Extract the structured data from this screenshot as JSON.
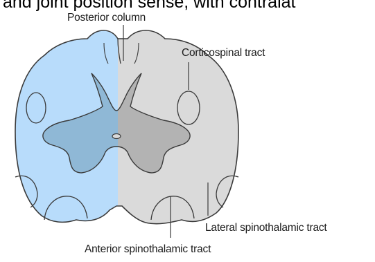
{
  "header_text": "and joint position sense, with contralat",
  "labels": {
    "posterior_column": "Posterior column",
    "corticospinal_tract": "Corticospinal tract",
    "lateral_spinothalamic_tract": "Lateral spinothalamic tract",
    "anterior_spinothalamic_tract": "Anterior spinothalamic tract"
  },
  "colors": {
    "left_half_fill": "#b8dcfb",
    "left_gray_matter": "#8fb8d6",
    "right_half_fill": "#dadada",
    "right_gray_matter": "#b3b3b3",
    "outline": "#3a3a3a"
  }
}
